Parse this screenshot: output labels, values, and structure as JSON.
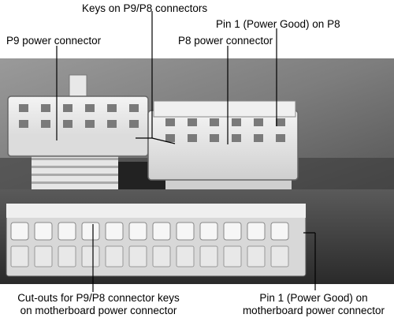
{
  "labels": {
    "keys": "Keys on P9/P8 connectors",
    "pin1_p8": "Pin 1 (Power Good) on P8",
    "p9": "P9 power connector",
    "p8": "P8 power connector",
    "cutouts_line1": "Cut-outs for P9/P8 connector keys",
    "cutouts_line2": "on motherboard power connector",
    "pin1_mb_line1": "Pin 1 (Power Good) on",
    "pin1_mb_line2": "motherboard power connector"
  }
}
